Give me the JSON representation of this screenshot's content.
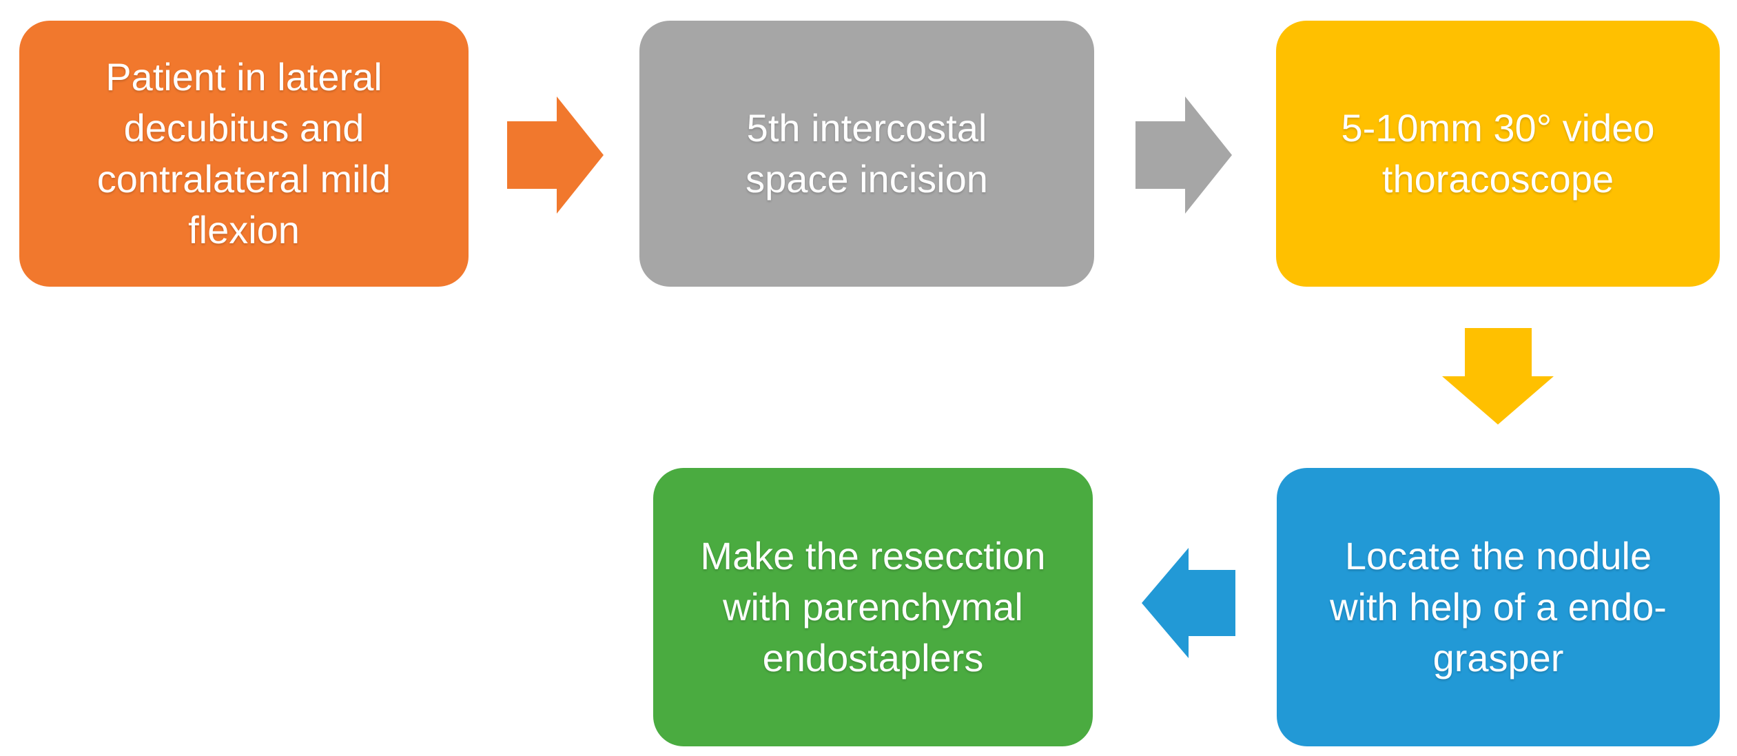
{
  "diagram": {
    "description": "Surgical procedure flowchart",
    "background_color": "#ffffff",
    "text_color": "#ffffff",
    "steps": [
      {
        "label": "Patient in lateral\ndecubitus and\ncontralateral mild\nflexion",
        "color": "#F1782D"
      },
      {
        "label": "5th intercostal\nspace incision",
        "color": "#A6A6A6"
      },
      {
        "label": "5-10mm 30° video\nthoracoscope",
        "color": "#FFC000"
      },
      {
        "label": "Locate the nodule\nwith help of a endo-\ngrasper",
        "color": "#2299D6"
      },
      {
        "label": "Make the resecction\nwith parenchymal\nendostaplers",
        "color": "#4AAB40"
      }
    ],
    "arrows": [
      {
        "from_step": 1,
        "to_step": 2,
        "direction": "right",
        "color": "#F1782D"
      },
      {
        "from_step": 2,
        "to_step": 3,
        "direction": "right",
        "color": "#A6A6A6"
      },
      {
        "from_step": 3,
        "to_step": 4,
        "direction": "down",
        "color": "#FFC000"
      },
      {
        "from_step": 4,
        "to_step": 5,
        "direction": "left",
        "color": "#2299D6"
      }
    ]
  }
}
